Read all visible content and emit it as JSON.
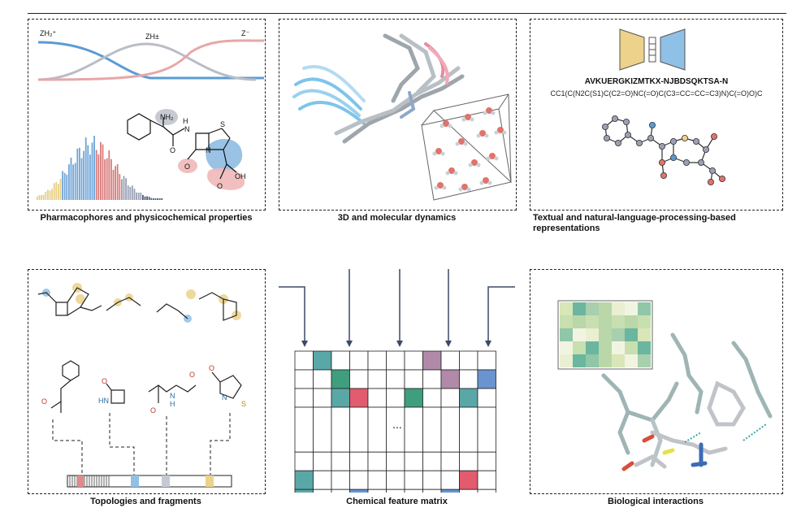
{
  "panels": {
    "pharmacophores": {
      "caption": "Pharmacophores and physicochemical  properties",
      "species_labels": [
        "ZH₂⁺",
        "ZH±",
        "Z⁻"
      ]
    },
    "three_d": {
      "caption": "3D and molecular dynamics"
    },
    "textual": {
      "caption_line1": "Textual and natural-language-processing-based",
      "caption_line2": "representations",
      "inchikey": "AVKUERGKIZMTKX-NJBDSQKTSA-N",
      "smiles": "CC1(C(N2C(S1)C(C2=O)NC(=O)C(C3=CC=CC=C3)N)C(=O)O)C"
    },
    "topologies": {
      "caption": "Topologies and fragments"
    },
    "matrix": {
      "caption": "Chemical feature matrix",
      "ellipsis": "..."
    },
    "biological": {
      "caption": "Biological interactions"
    }
  },
  "molecule_labels": {
    "amine": "NH₂",
    "amide_nh": "H",
    "amide_n": "N",
    "ring_n": "N",
    "sulfur": "S",
    "oxygen": "O",
    "acid": "OH"
  },
  "fragment_labels": {
    "lactam_n": "HN",
    "lactam_o": "O",
    "ketone_o": "O",
    "acetamide_n": "N",
    "acetamide_h": "H",
    "acetamide_o": "O",
    "thiazolidine_n": "N",
    "thiazolidine_s": "S",
    "benzyl_o": "O"
  },
  "colors": {
    "blue": "#5b9bd5",
    "salmon": "#e08a8a",
    "grey": "#b9bdc7",
    "teal": "#5aa7a7",
    "green": "#3f9e7d",
    "red": "#e25b6e",
    "mauve": "#b08aa8",
    "yellow": "#ecd28a",
    "navy": "#2f3e5e"
  }
}
